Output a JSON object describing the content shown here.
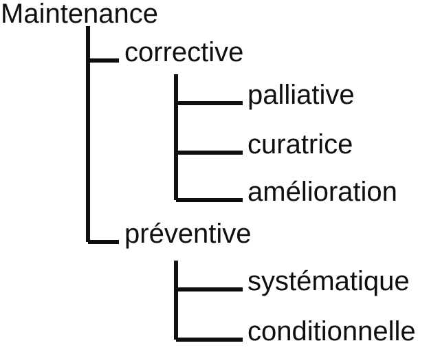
{
  "diagram": {
    "title": "Maintenance",
    "type": "tree",
    "language": "fr",
    "stroke_color": "#0f0f0f",
    "text_color": "#0f0f0f",
    "background_color": "#ffffff",
    "stroke_width": 6,
    "root": {
      "label": "Maintenance",
      "children": [
        {
          "label": "corrective",
          "children": [
            {
              "label": "palliative"
            },
            {
              "label": "curatrice"
            },
            {
              "label": "amélioration"
            }
          ]
        },
        {
          "label": "préventive",
          "children": [
            {
              "label": "systématique"
            },
            {
              "label": "conditionnelle"
            }
          ]
        }
      ]
    }
  }
}
